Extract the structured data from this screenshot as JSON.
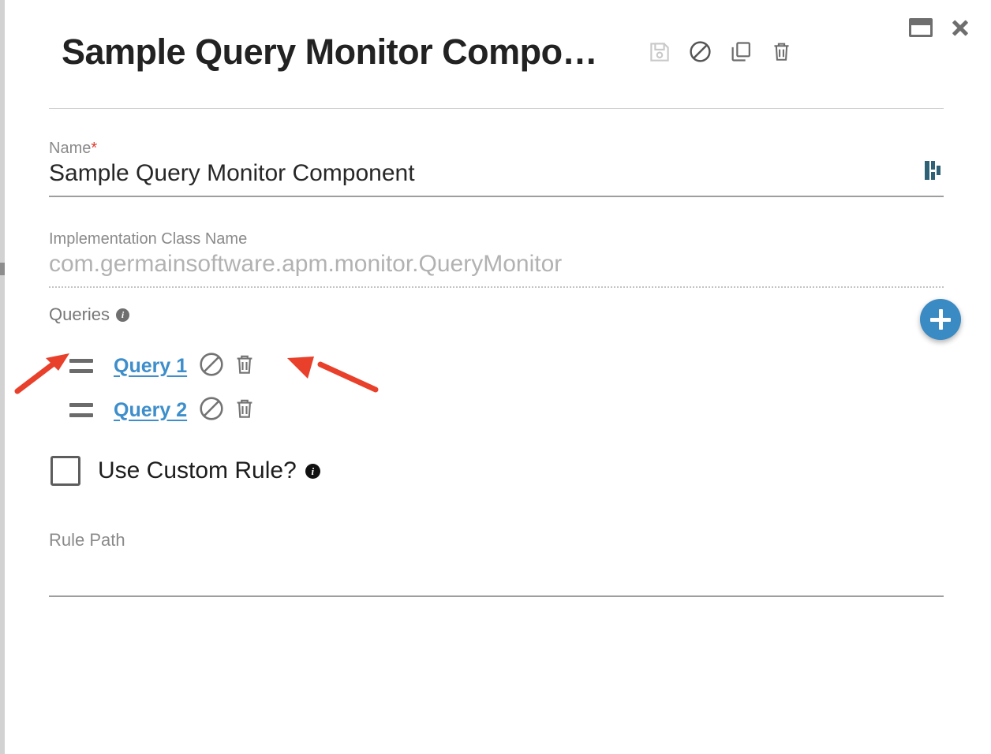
{
  "window": {
    "restore_label": "Restore",
    "close_label": "Close",
    "restore_icon": "window-restore-icon",
    "close_icon": "close-icon"
  },
  "header": {
    "title": "Sample Query Monitor Compo…",
    "actions": [
      {
        "name": "save-icon",
        "label": "Save"
      },
      {
        "name": "disable-icon",
        "label": "Disable"
      },
      {
        "name": "copy-icon",
        "label": "Copy"
      },
      {
        "name": "delete-icon",
        "label": "Delete"
      }
    ]
  },
  "fields": {
    "name": {
      "label": "Name",
      "required_marker": "*",
      "value": "Sample Query Monitor Component",
      "trailing_icon": "chart-bars-icon"
    },
    "impl_class": {
      "label": "Implementation Class Name",
      "value": "com.germainsoftware.apm.monitor.QueryMonitor",
      "disabled": true
    },
    "rule_path": {
      "label": "Rule Path",
      "value": ""
    }
  },
  "queries": {
    "label": "Queries",
    "info_glyph": "i",
    "add_label": "+",
    "items": [
      {
        "label": "Query 1",
        "drag_handle": "drag-handle-icon",
        "disable_icon": "disable-icon",
        "delete_icon": "delete-icon"
      },
      {
        "label": "Query 2",
        "drag_handle": "drag-handle-icon",
        "disable_icon": "disable-icon",
        "delete_icon": "delete-icon"
      }
    ]
  },
  "custom_rule": {
    "label": "Use Custom Rule?",
    "checked": false,
    "info_glyph": "i"
  },
  "annotations": {
    "arrow_color": "#e8402a",
    "arrows": [
      {
        "name": "arrow-to-drag-handle",
        "points_to": "drag-handle-icon"
      },
      {
        "name": "arrow-to-delete-icon",
        "points_to": "delete-icon"
      }
    ]
  },
  "colors": {
    "link": "#3d8ecb",
    "accent": "#3a8ac4",
    "required": "#e03b2f",
    "muted": "#b2b2b2",
    "label": "#8a8a8a",
    "icon_teal": "#2e6175"
  }
}
